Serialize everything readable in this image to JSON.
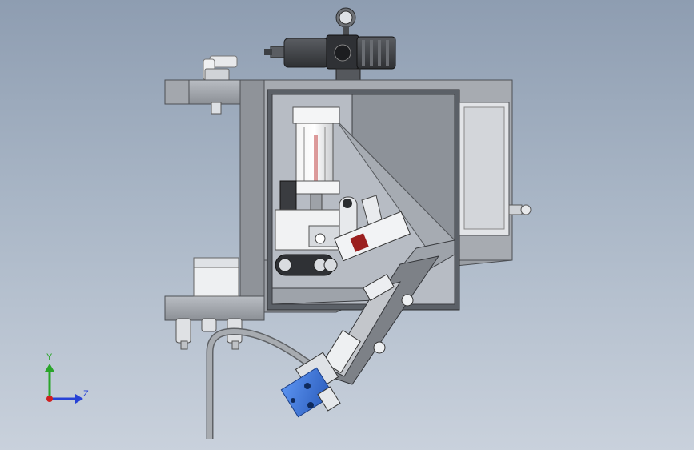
{
  "viewport": {
    "background_top": "#8e9db1",
    "background_bottom": "#c9d1dc",
    "model_name": "pneumatic-dispensing-station"
  },
  "triad": {
    "y_label": "Y",
    "z_label": "Z",
    "y_color": "#2aa52a",
    "z_color": "#2742d6",
    "origin_color": "#d02020"
  },
  "colors": {
    "frame": "#8a8e94",
    "frame_dark": "#5c6066",
    "panel": "#c5c9cf",
    "glass": "#b9bec6",
    "block_blue": "#3a73d6",
    "hose": "#9a9ea3"
  }
}
